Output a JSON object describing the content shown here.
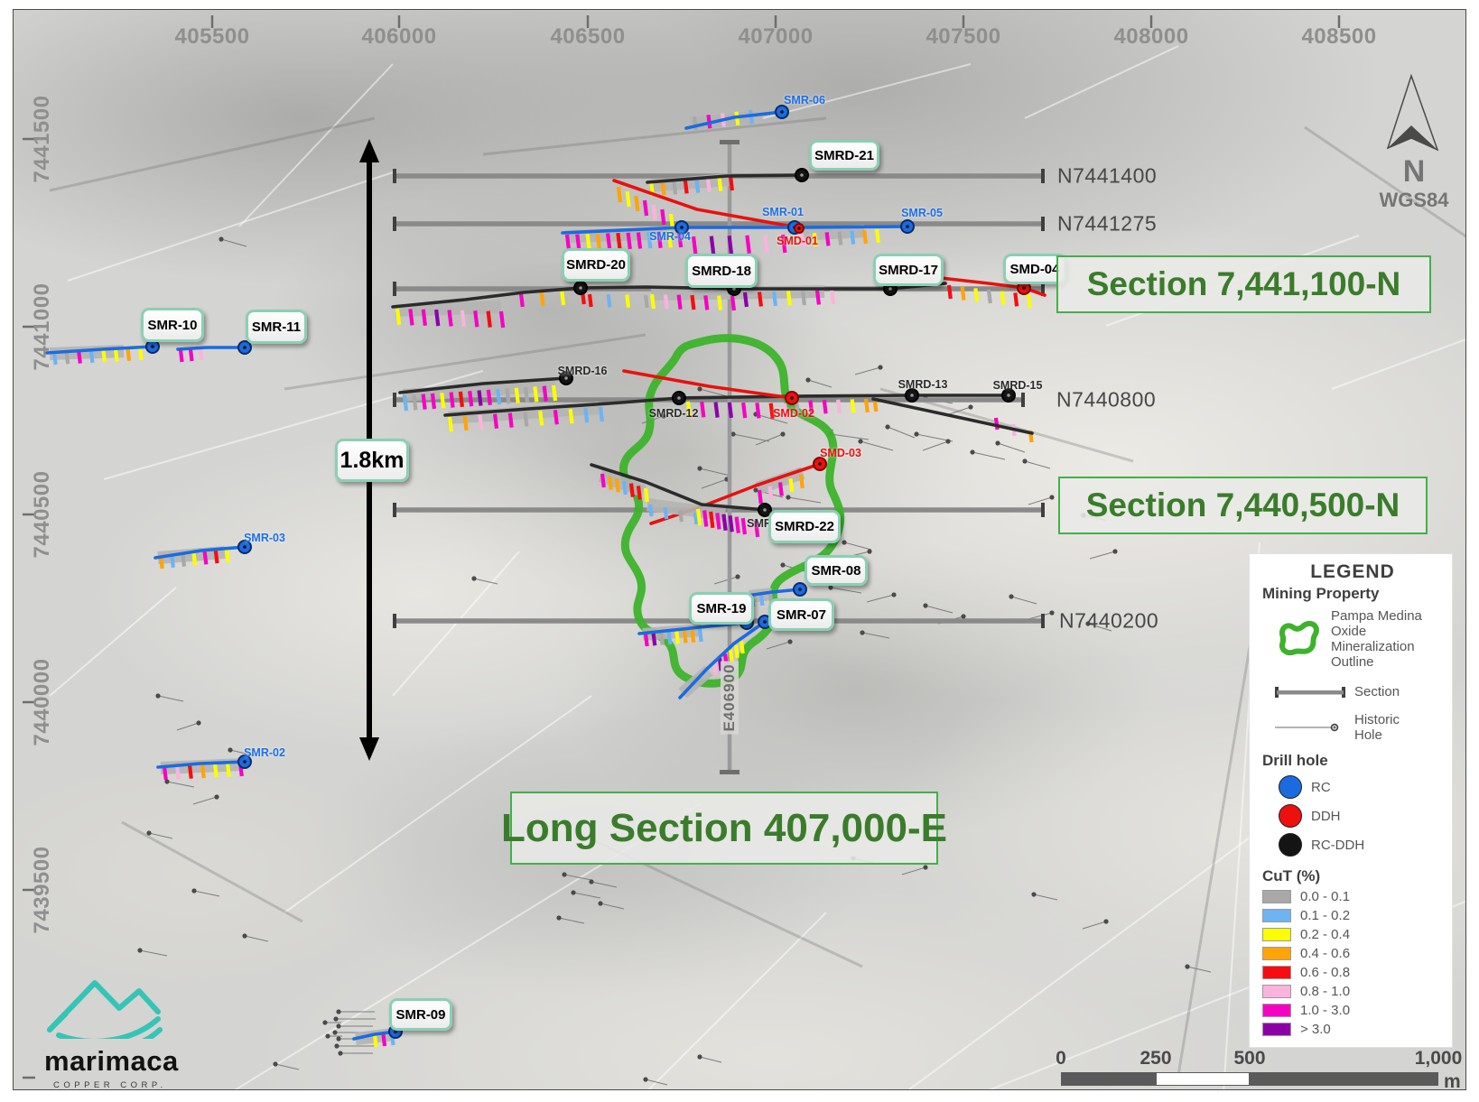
{
  "axes": {
    "top": [
      "405500",
      "406000",
      "406500",
      "407000",
      "407500",
      "408000",
      "408500"
    ],
    "left": [
      "7441500",
      "7441000",
      "7440500",
      "7440000",
      "7439500"
    ]
  },
  "northing_line_labels": [
    "N7441400",
    "N7441275",
    "N7440800",
    "N7440200"
  ],
  "section_callouts": {
    "s1": "Section 7,441,100-N",
    "s2": "Section 7,440,500-N",
    "long": "Long Section 407,000-E"
  },
  "long_section_line_label": "E406900",
  "distance_annotation": "1.8km",
  "compass": {
    "label": "N",
    "datum": "WGS84"
  },
  "drill_holes": [
    {
      "label": "SMR-06",
      "type": "RC",
      "label_style": "plain-blue"
    },
    {
      "label": "SMRD-21",
      "type": "RC-DDH",
      "label_style": "boxed"
    },
    {
      "label": "SMR-01",
      "type": "RC",
      "label_style": "plain-blue"
    },
    {
      "label": "SMD-01",
      "type": "DDH",
      "label_style": "plain-red"
    },
    {
      "label": "SMR-04",
      "type": "RC",
      "label_style": "plain-blue"
    },
    {
      "label": "SMR-05",
      "type": "RC",
      "label_style": "plain-blue"
    },
    {
      "label": "SMRD-20",
      "type": "RC-DDH",
      "label_style": "boxed"
    },
    {
      "label": "SMRD-18",
      "type": "RC-DDH",
      "label_style": "boxed"
    },
    {
      "label": "SMRD-17",
      "type": "RC-DDH",
      "label_style": "boxed"
    },
    {
      "label": "SMD-04",
      "type": "DDH",
      "label_style": "boxed"
    },
    {
      "label": "SMR-10",
      "type": "RC",
      "label_style": "boxed"
    },
    {
      "label": "SMR-11",
      "type": "RC",
      "label_style": "boxed"
    },
    {
      "label": "SMRD-16",
      "type": "RC-DDH",
      "label_style": "plain-black"
    },
    {
      "label": "SMRD-12",
      "type": "RC-DDH",
      "label_style": "plain-black"
    },
    {
      "label": "SMD-02",
      "type": "DDH",
      "label_style": "plain-red"
    },
    {
      "label": "SMRD-13",
      "type": "RC-DDH",
      "label_style": "plain-black"
    },
    {
      "label": "SMRD-15",
      "type": "RC-DDH",
      "label_style": "plain-black"
    },
    {
      "label": "SMD-03",
      "type": "DDH",
      "label_style": "plain-red"
    },
    {
      "label": "SMRD-22",
      "type": "RC-DDH",
      "label_style": "boxed"
    },
    {
      "label": "SMR-08",
      "type": "RC",
      "label_style": "boxed"
    },
    {
      "label": "SMR-19",
      "type": "RC",
      "label_style": "boxed"
    },
    {
      "label": "SMR-07",
      "type": "RC",
      "label_style": "boxed"
    },
    {
      "label": "SMR-03",
      "type": "RC",
      "label_style": "plain-blue"
    },
    {
      "label": "SMR-02",
      "type": "RC",
      "label_style": "plain-blue"
    },
    {
      "label": "SMR",
      "type": "RC-DDH",
      "label_style": "plain-black"
    },
    {
      "label": "SMR-09",
      "type": "RC",
      "label_style": "boxed"
    }
  ],
  "legend": {
    "title": "LEGEND",
    "mining_property_heading": "Mining Property",
    "outline_lines": [
      "Pampa Medina",
      "Oxide Mineralization",
      "Outline"
    ],
    "section_label": "Section",
    "historic_lines": [
      "Historic",
      "Hole"
    ],
    "drill_hole_heading": "Drill hole",
    "drill_hole_types": [
      {
        "label": "RC",
        "color": "#1b6be0"
      },
      {
        "label": "DDH",
        "color": "#ee100d"
      },
      {
        "label": "RC-DDH",
        "color": "#141414"
      }
    ],
    "cut_heading": "CuT (%)",
    "cut_classes": [
      {
        "label": "0.0 - 0.1",
        "color": "#a8a8a8"
      },
      {
        "label": "0.1 - 0.2",
        "color": "#6eb3f2"
      },
      {
        "label": "0.2 - 0.4",
        "color": "#fcfc03"
      },
      {
        "label": "0.4 - 0.6",
        "color": "#ffa405"
      },
      {
        "label": "0.6 - 0.8",
        "color": "#f50d11"
      },
      {
        "label": "0.8 - 1.0",
        "color": "#f9b3dc"
      },
      {
        "label": "1.0 - 3.0",
        "color": "#f503c3"
      },
      {
        "label": "> 3.0",
        "color": "#8c00a8"
      }
    ]
  },
  "scale_bar": {
    "labels": [
      "0",
      "250",
      "500",
      "1,000"
    ],
    "unit": "m"
  },
  "logo": {
    "name": "marimaca",
    "subtitle": "COPPER CORP."
  },
  "colors": {
    "rc_blue": "#1b6be0",
    "ddh_red": "#ee100d",
    "rcddh_black": "#141414",
    "outline_green": "#3db32b",
    "callout_green": "#3a7c2b"
  }
}
